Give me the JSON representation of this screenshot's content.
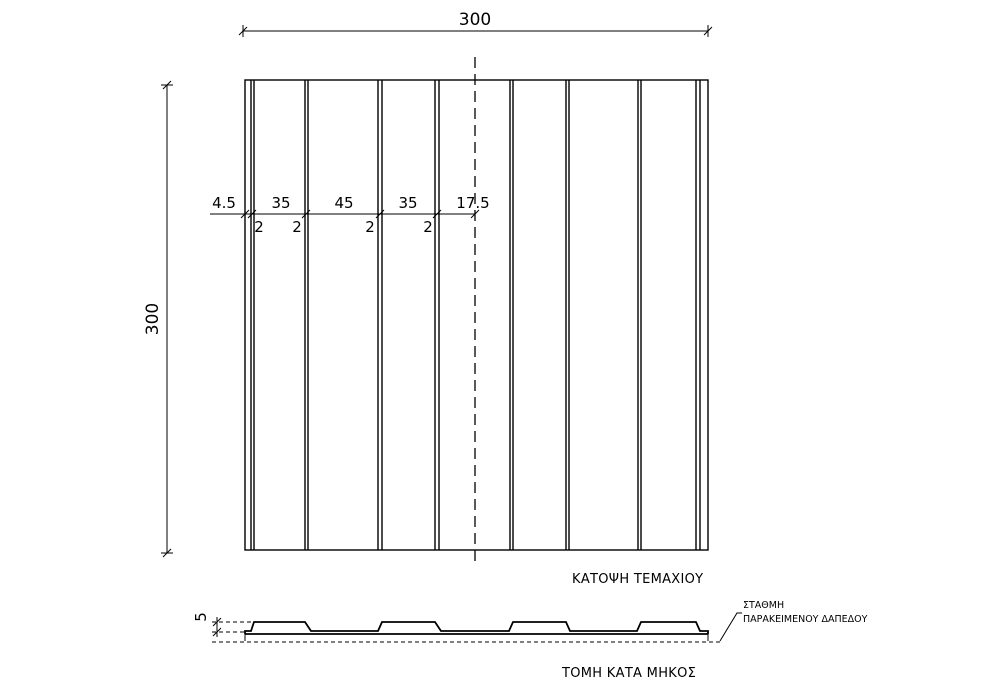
{
  "plan": {
    "title": "ΚΑΤΟΨΗ ΤΕΜΑΧΙΟΥ",
    "width_dim": "300",
    "height_dim": "300",
    "segments": [
      "4.5",
      "35",
      "45",
      "35",
      "17.5"
    ],
    "rib_labels": [
      "2",
      "2",
      "2",
      "2"
    ]
  },
  "section": {
    "title": "ΤΟΜΗ ΚΑΤΑ ΜΗΚΟΣ",
    "height_dim": "5",
    "note_line1": "ΣΤΑΘΜΗ",
    "note_line2": "ΠΑΡΑΚΕΙΜΕΝΟΥ ΔΑΠΕΔΟΥ"
  }
}
